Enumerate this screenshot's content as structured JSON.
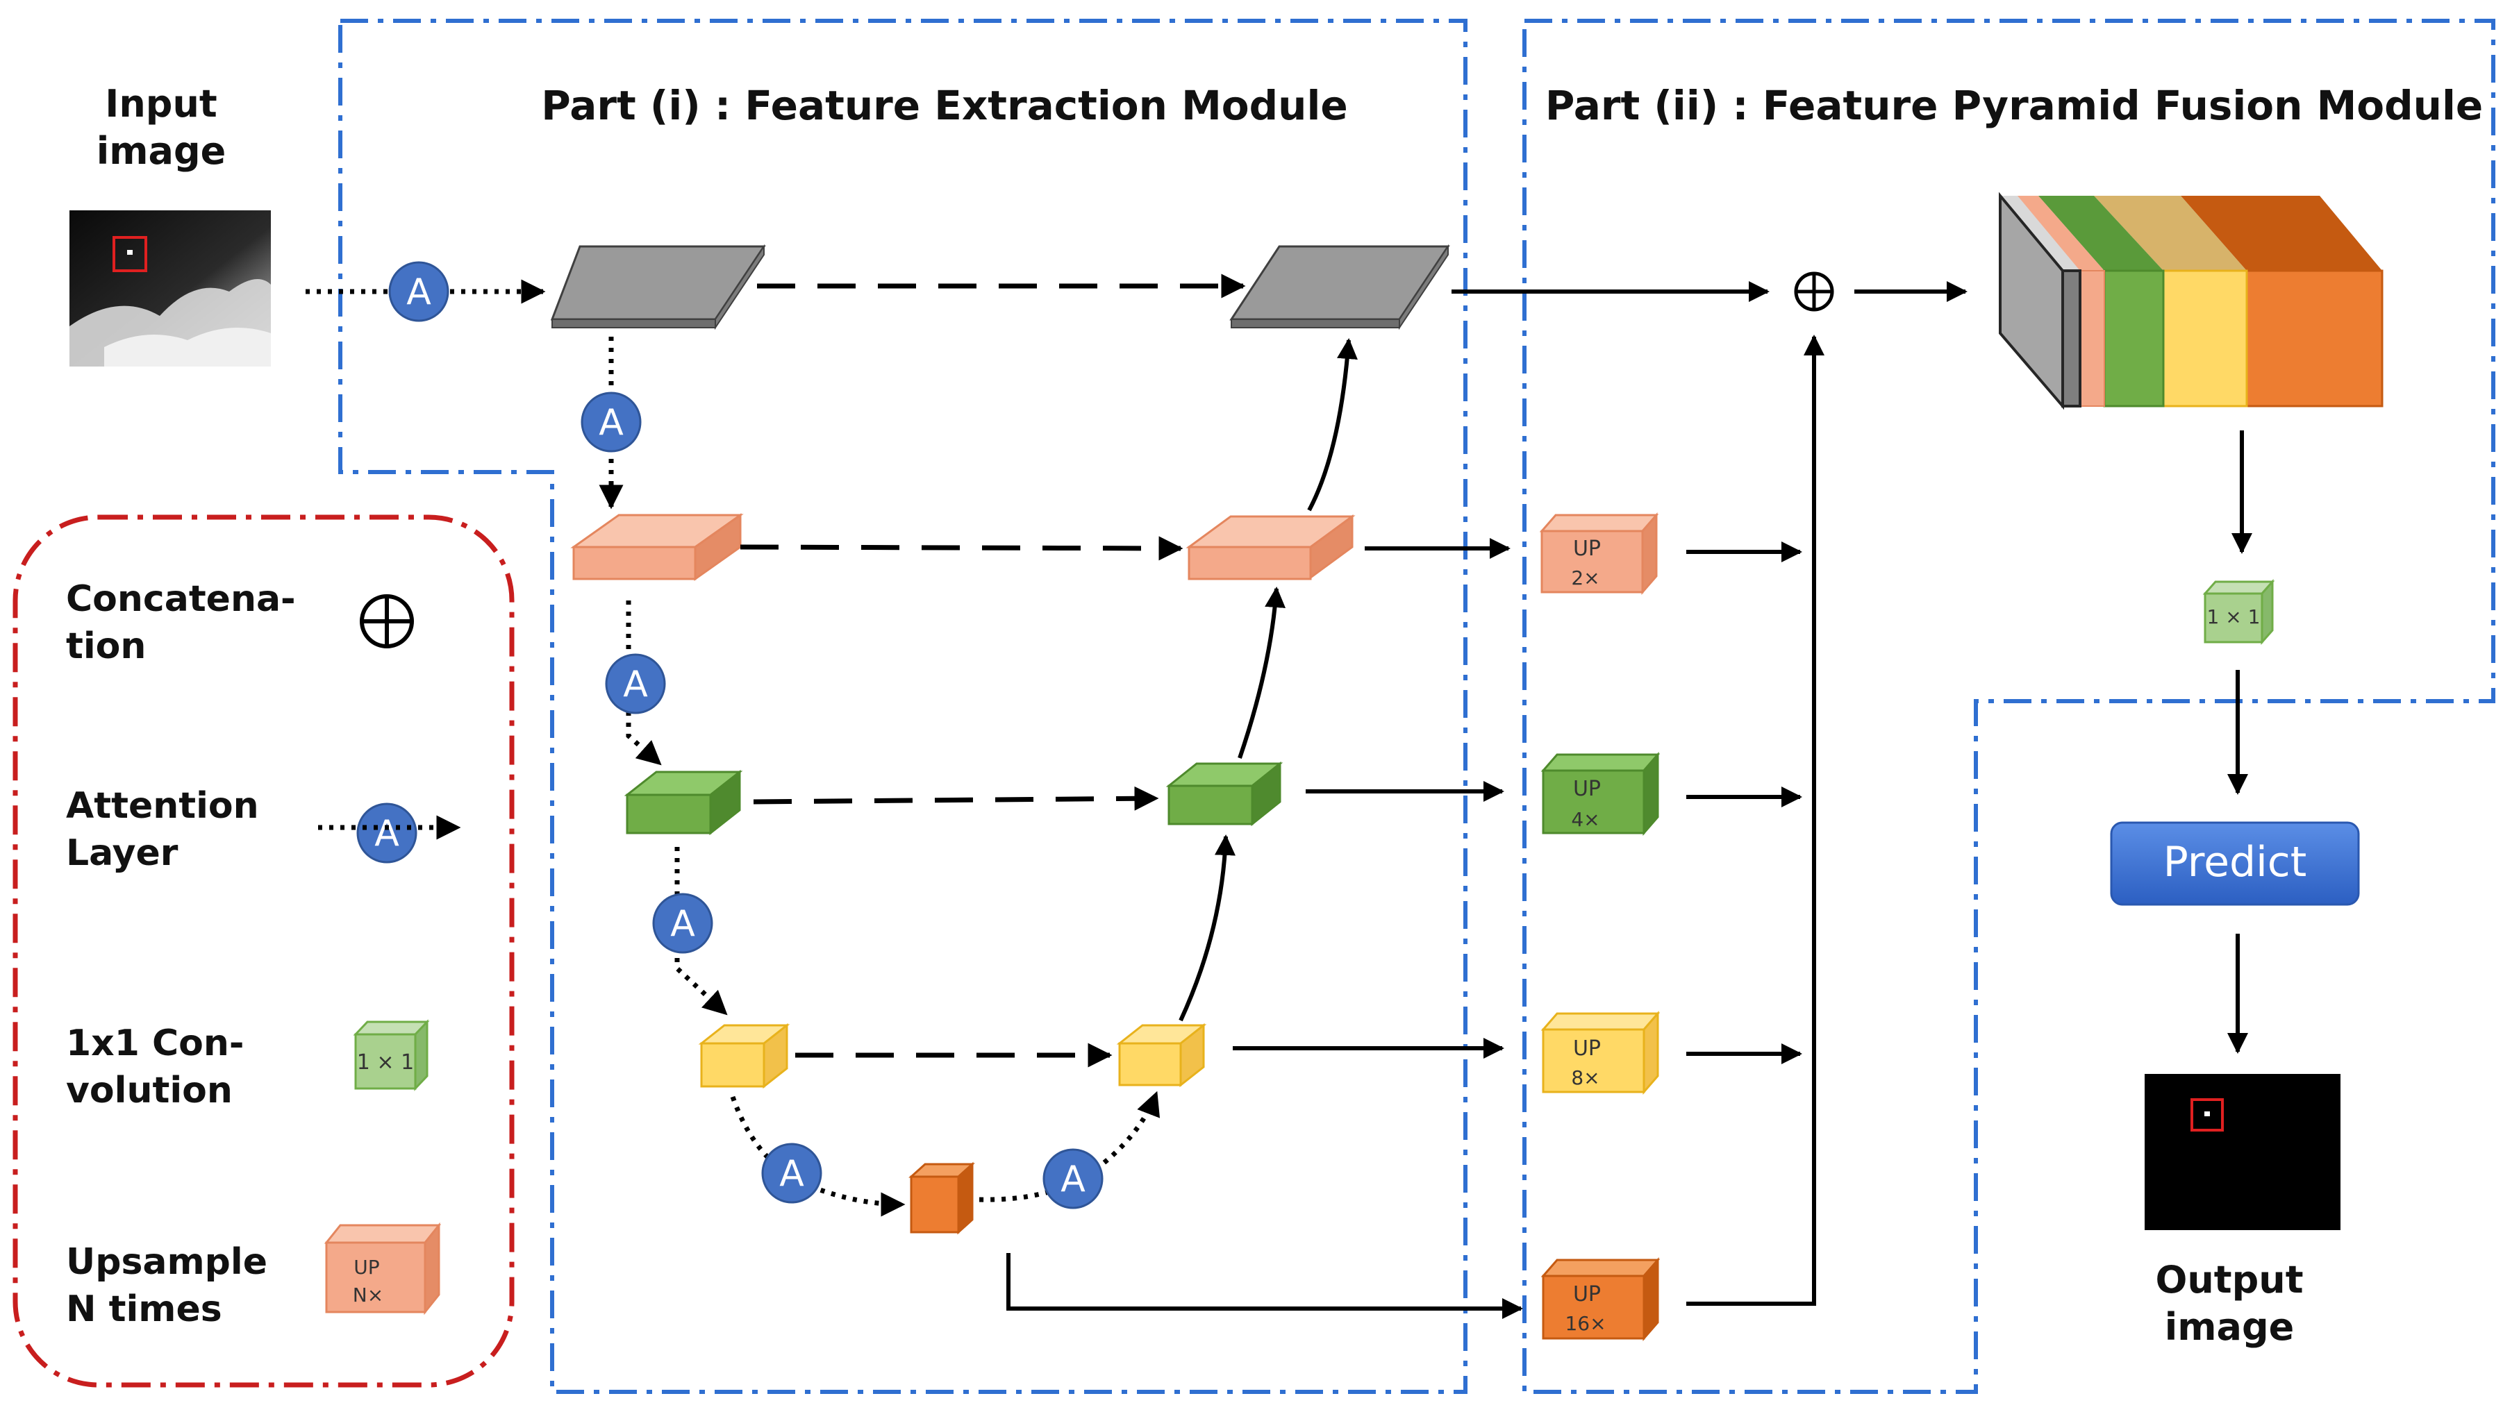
{
  "input": {
    "label_1": "Input",
    "label_2": "image"
  },
  "output": {
    "label_1": "Output",
    "label_2": "image"
  },
  "part1": {
    "title": "Part (i) : Feature Extraction Module"
  },
  "part2": {
    "title": "Part (ii) : Feature Pyramid Fusion Module"
  },
  "attention": {
    "glyph": "A"
  },
  "upsample": [
    {
      "up": "UP",
      "factor": "2×"
    },
    {
      "up": "UP",
      "factor": "4×"
    },
    {
      "up": "UP",
      "factor": "8×"
    },
    {
      "up": "UP",
      "factor": "16×"
    }
  ],
  "conv": {
    "label": "1 × 1"
  },
  "predict": {
    "label": "Predict"
  },
  "legend": {
    "concat_1": "Concatena-",
    "concat_2": "tion",
    "attn_1": "Attention",
    "attn_2": "Layer",
    "conv_1": "1x1  Con-",
    "conv_2": "volution",
    "conv_box": "1 × 1",
    "up_1": "Upsample",
    "up_2": "N times",
    "up_box_1": "UP",
    "up_box_2": "N×"
  },
  "colors": {
    "blue_dash": "#2f6fd1",
    "red_dash": "#c81e1e",
    "attention": "#4472c4",
    "gray": "#9a9a9a",
    "salmon": "#f4a98a",
    "green": "#70ad47",
    "yellow": "#ffd966",
    "orange": "#ed7d31",
    "predict": "#3a6fd0"
  }
}
